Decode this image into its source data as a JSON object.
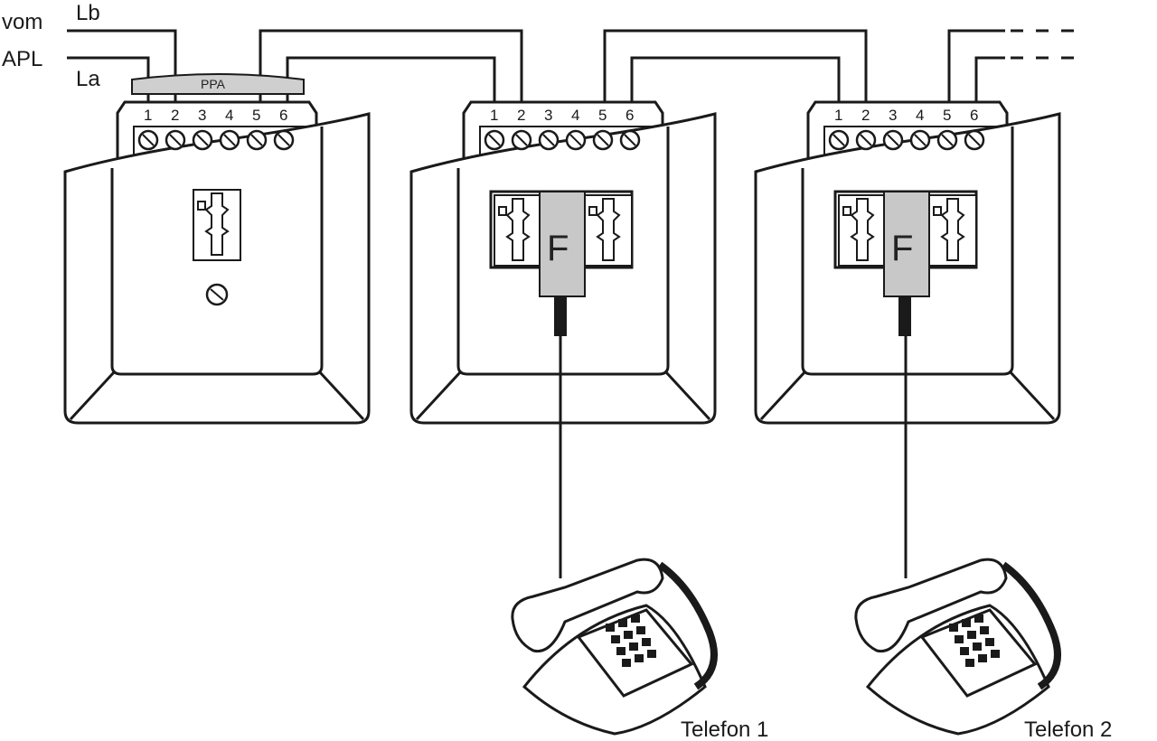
{
  "labels": {
    "vom": "vom",
    "apl": "APL",
    "lb": "Lb",
    "la": "La",
    "ppa": "PPA",
    "f_plug": "F"
  },
  "terminal_numbers": [
    "1",
    "2",
    "3",
    "4",
    "5",
    "6"
  ],
  "boxes": [
    {
      "type": "apl-socket",
      "has_ppa": true,
      "has_f_plug": false
    },
    {
      "type": "tae-socket",
      "has_ppa": false,
      "has_f_plug": true
    },
    {
      "type": "tae-socket",
      "has_ppa": false,
      "has_f_plug": true
    }
  ],
  "phones": [
    {
      "label": "Telefon 1",
      "icon": "telephone-icon"
    },
    {
      "label": "Telefon 2",
      "icon": "telephone-icon"
    }
  ],
  "colors": {
    "line": "#1a1a1a",
    "plug_fill": "#c8c8c8",
    "ppa_fill": "#cfcfcf"
  }
}
